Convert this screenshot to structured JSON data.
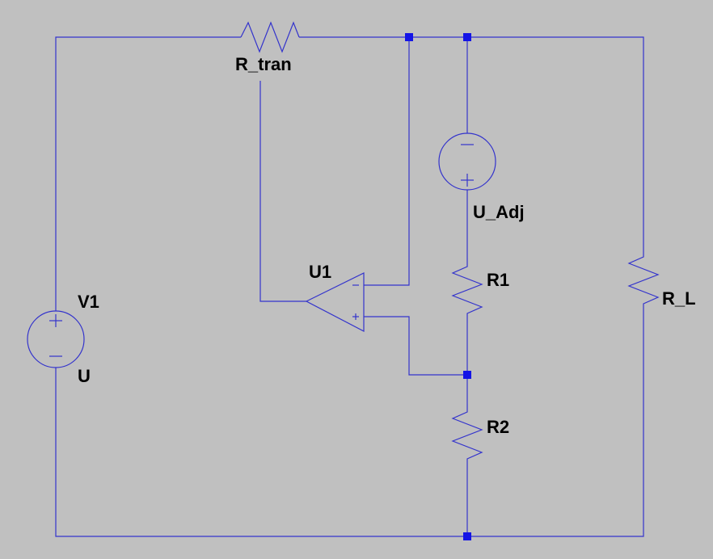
{
  "components": {
    "r_tran": {
      "name": "R_tran"
    },
    "v1": {
      "name": "V1",
      "value": "U"
    },
    "u1": {
      "name": "U1"
    },
    "u_adj": {
      "name": "U_Adj"
    },
    "r1": {
      "name": "R1"
    },
    "r2": {
      "name": "R2"
    },
    "r_l": {
      "name": "R_L"
    }
  },
  "colors": {
    "background": "#c0c0c0",
    "wire": "#3333cc",
    "junction": "#1414e6",
    "label": "#000000"
  }
}
